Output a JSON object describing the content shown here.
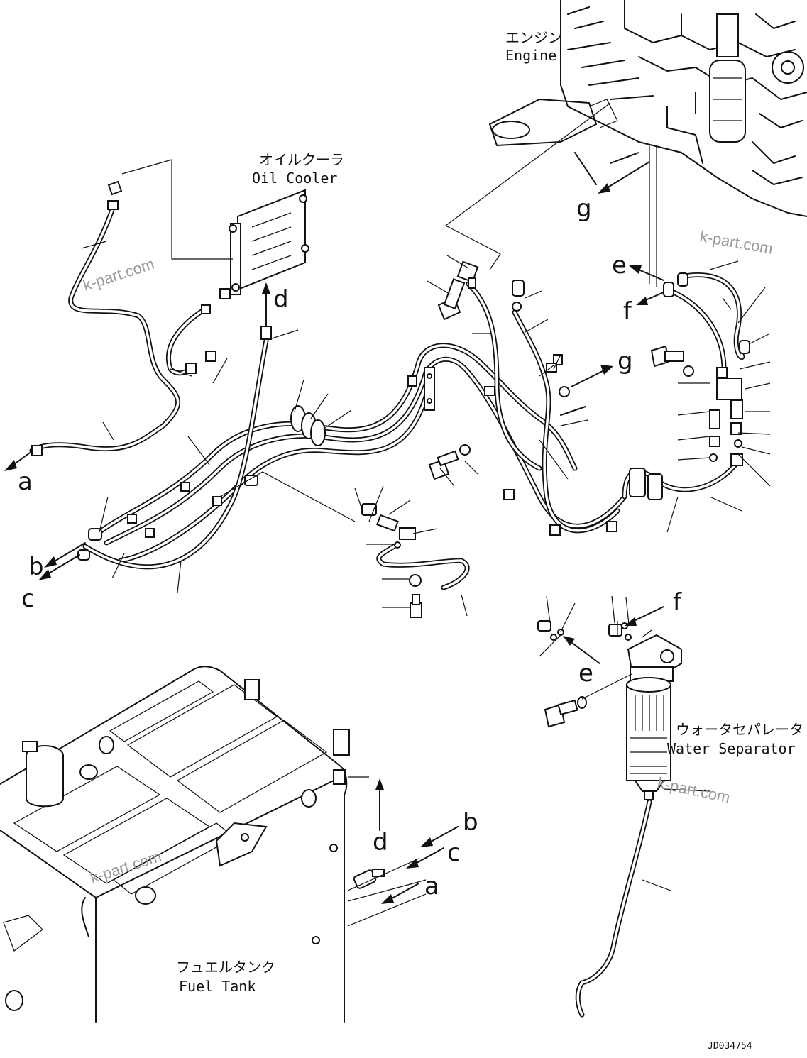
{
  "labels": {
    "engine_jp": "エンジン",
    "engine_en": "Engine",
    "oil_cooler_jp": "オイルクーラ",
    "oil_cooler_en": "Oil Cooler",
    "water_separator_jp": "ウォータセパレータ",
    "water_separator_en": "Water Separator",
    "fuel_tank_jp": "フュエルタンク",
    "fuel_tank_en": "Fuel Tank"
  },
  "connection_letters": {
    "a_left": "a",
    "b_left": "b",
    "c_left": "c",
    "d_top": "d",
    "e_top": "e",
    "f_top": "f",
    "g_mid": "g",
    "g_top": "g",
    "e_bottom": "e",
    "f_bottom": "f",
    "a_bottom": "a",
    "b_bottom": "b",
    "c_bottom": "c",
    "d_bottom": "d"
  },
  "watermarks": {
    "wm1": "k-part.com",
    "wm2": "k-part.com",
    "wm3": "k-part.com",
    "wm4": "k-part.com"
  },
  "drawing_code": "JD034754"
}
